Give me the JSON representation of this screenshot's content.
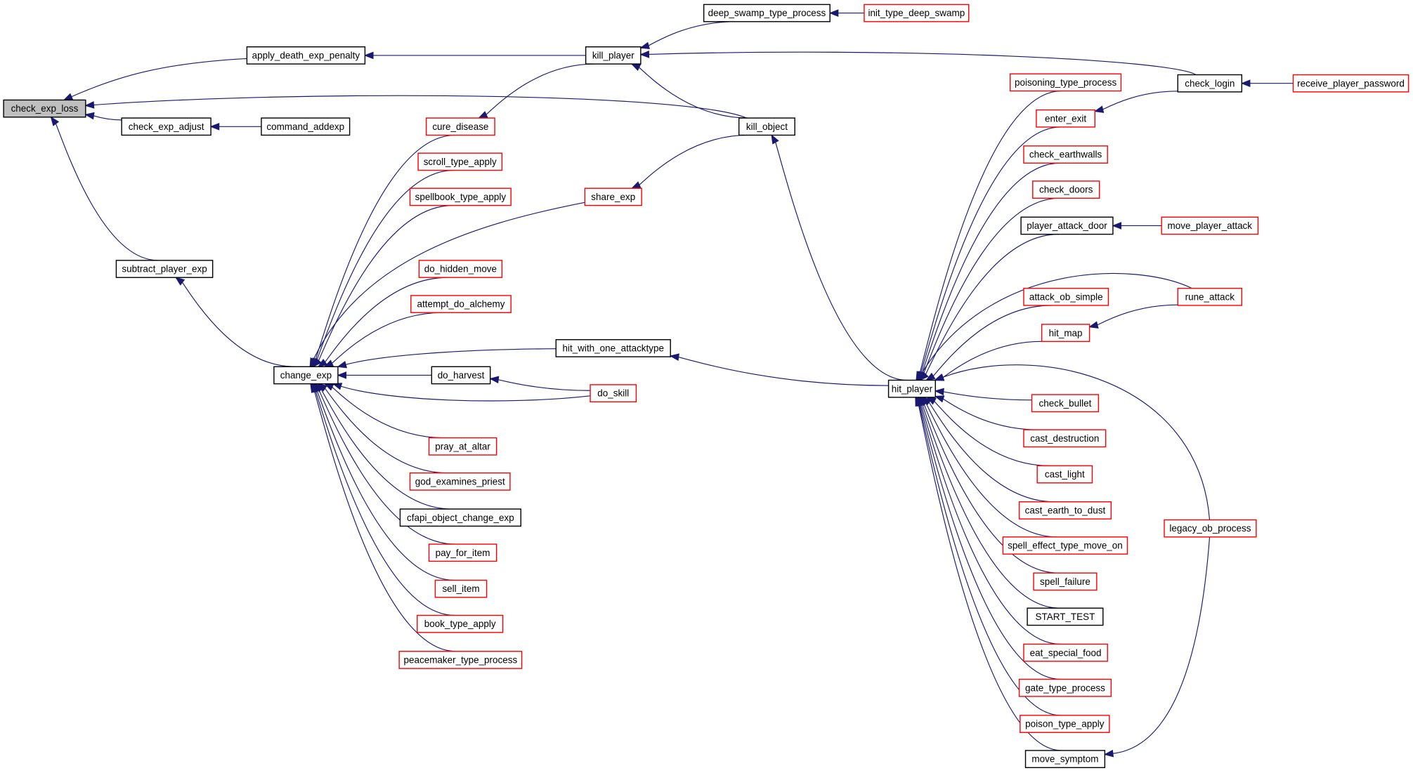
{
  "diagram": {
    "type": "call-graph",
    "direction": "right-to-left (callers point to callees)",
    "colors": {
      "edge": "#191970",
      "focus_fill": "#bfbfbf",
      "documented_border": "#000000",
      "undocumented_border": "#ff0000",
      "background": "#ffffff"
    },
    "focus_node": "check_exp_loss",
    "nodes": [
      {
        "id": "check_exp_loss",
        "label": "check_exp_loss",
        "style": "focus"
      },
      {
        "id": "apply_death_exp_penalty",
        "label": "apply_death_exp_penalty",
        "style": "black"
      },
      {
        "id": "check_exp_adjust",
        "label": "check_exp_adjust",
        "style": "black"
      },
      {
        "id": "subtract_player_exp",
        "label": "subtract_player_exp",
        "style": "black"
      },
      {
        "id": "change_exp",
        "label": "change_exp",
        "style": "black"
      },
      {
        "id": "command_addexp",
        "label": "command_addexp",
        "style": "black"
      },
      {
        "id": "cure_disease",
        "label": "cure_disease",
        "style": "red"
      },
      {
        "id": "scroll_type_apply",
        "label": "scroll_type_apply",
        "style": "red"
      },
      {
        "id": "spellbook_type_apply",
        "label": "spellbook_type_apply",
        "style": "red"
      },
      {
        "id": "do_hidden_move",
        "label": "do_hidden_move",
        "style": "red"
      },
      {
        "id": "attempt_do_alchemy",
        "label": "attempt_do_alchemy",
        "style": "red"
      },
      {
        "id": "do_harvest",
        "label": "do_harvest",
        "style": "black"
      },
      {
        "id": "pray_at_altar",
        "label": "pray_at_altar",
        "style": "red"
      },
      {
        "id": "god_examines_priest",
        "label": "god_examines_priest",
        "style": "red"
      },
      {
        "id": "cfapi_object_change_exp",
        "label": "cfapi_object_change_exp",
        "style": "black"
      },
      {
        "id": "pay_for_item",
        "label": "pay_for_item",
        "style": "red"
      },
      {
        "id": "sell_item",
        "label": "sell_item",
        "style": "red"
      },
      {
        "id": "book_type_apply",
        "label": "book_type_apply",
        "style": "red"
      },
      {
        "id": "peacemaker_type_process",
        "label": "peacemaker_type_process",
        "style": "red"
      },
      {
        "id": "kill_player",
        "label": "kill_player",
        "style": "black"
      },
      {
        "id": "share_exp",
        "label": "share_exp",
        "style": "red"
      },
      {
        "id": "hit_with_one_attacktype",
        "label": "hit_with_one_attacktype",
        "style": "black"
      },
      {
        "id": "do_skill",
        "label": "do_skill",
        "style": "red"
      },
      {
        "id": "deep_swamp_type_process",
        "label": "deep_swamp_type_process",
        "style": "black"
      },
      {
        "id": "kill_object",
        "label": "kill_object",
        "style": "black"
      },
      {
        "id": "hit_player",
        "label": "hit_player",
        "style": "black"
      },
      {
        "id": "init_type_deep_swamp",
        "label": "init_type_deep_swamp",
        "style": "red"
      },
      {
        "id": "poisoning_type_process",
        "label": "poisoning_type_process",
        "style": "red"
      },
      {
        "id": "enter_exit",
        "label": "enter_exit",
        "style": "red"
      },
      {
        "id": "check_earthwalls",
        "label": "check_earthwalls",
        "style": "red"
      },
      {
        "id": "check_doors",
        "label": "check_doors",
        "style": "red"
      },
      {
        "id": "player_attack_door",
        "label": "player_attack_door",
        "style": "black"
      },
      {
        "id": "attack_ob_simple",
        "label": "attack_ob_simple",
        "style": "red"
      },
      {
        "id": "hit_map",
        "label": "hit_map",
        "style": "red"
      },
      {
        "id": "check_bullet",
        "label": "check_bullet",
        "style": "red"
      },
      {
        "id": "cast_destruction",
        "label": "cast_destruction",
        "style": "red"
      },
      {
        "id": "cast_light",
        "label": "cast_light",
        "style": "red"
      },
      {
        "id": "cast_earth_to_dust",
        "label": "cast_earth_to_dust",
        "style": "red"
      },
      {
        "id": "spell_effect_type_move_on",
        "label": "spell_effect_type_move_on",
        "style": "red"
      },
      {
        "id": "spell_failure",
        "label": "spell_failure",
        "style": "red"
      },
      {
        "id": "START_TEST",
        "label": "START_TEST",
        "style": "black"
      },
      {
        "id": "eat_special_food",
        "label": "eat_special_food",
        "style": "red"
      },
      {
        "id": "gate_type_process",
        "label": "gate_type_process",
        "style": "red"
      },
      {
        "id": "poison_type_apply",
        "label": "poison_type_apply",
        "style": "red"
      },
      {
        "id": "move_symptom",
        "label": "move_symptom",
        "style": "black"
      },
      {
        "id": "check_login",
        "label": "check_login",
        "style": "black"
      },
      {
        "id": "move_player_attack",
        "label": "move_player_attack",
        "style": "red"
      },
      {
        "id": "rune_attack",
        "label": "rune_attack",
        "style": "red"
      },
      {
        "id": "legacy_ob_process",
        "label": "legacy_ob_process",
        "style": "red"
      },
      {
        "id": "receive_player_password",
        "label": "receive_player_password",
        "style": "red"
      }
    ],
    "edges": [
      {
        "from": "apply_death_exp_penalty",
        "to": "check_exp_loss"
      },
      {
        "from": "kill_object",
        "to": "check_exp_loss"
      },
      {
        "from": "check_exp_adjust",
        "to": "check_exp_loss"
      },
      {
        "from": "subtract_player_exp",
        "to": "check_exp_loss"
      },
      {
        "from": "kill_player",
        "to": "apply_death_exp_penalty"
      },
      {
        "from": "command_addexp",
        "to": "check_exp_adjust"
      },
      {
        "from": "change_exp",
        "to": "subtract_player_exp"
      },
      {
        "from": "cure_disease",
        "to": "change_exp"
      },
      {
        "from": "scroll_type_apply",
        "to": "change_exp"
      },
      {
        "from": "spellbook_type_apply",
        "to": "change_exp"
      },
      {
        "from": "share_exp",
        "to": "change_exp"
      },
      {
        "from": "do_hidden_move",
        "to": "change_exp"
      },
      {
        "from": "attempt_do_alchemy",
        "to": "change_exp"
      },
      {
        "from": "hit_with_one_attacktype",
        "to": "change_exp"
      },
      {
        "from": "do_harvest",
        "to": "change_exp"
      },
      {
        "from": "do_skill",
        "to": "change_exp"
      },
      {
        "from": "pray_at_altar",
        "to": "change_exp"
      },
      {
        "from": "god_examines_priest",
        "to": "change_exp"
      },
      {
        "from": "cfapi_object_change_exp",
        "to": "change_exp"
      },
      {
        "from": "pay_for_item",
        "to": "change_exp"
      },
      {
        "from": "sell_item",
        "to": "change_exp"
      },
      {
        "from": "book_type_apply",
        "to": "change_exp"
      },
      {
        "from": "peacemaker_type_process",
        "to": "change_exp"
      },
      {
        "from": "kill_player",
        "to": "cure_disease"
      },
      {
        "from": "kill_object",
        "to": "share_exp"
      },
      {
        "from": "do_skill",
        "to": "do_harvest"
      },
      {
        "from": "hit_player",
        "to": "hit_with_one_attacktype"
      },
      {
        "from": "deep_swamp_type_process",
        "to": "kill_player"
      },
      {
        "from": "check_login",
        "to": "kill_player"
      },
      {
        "from": "kill_object",
        "to": "kill_player"
      },
      {
        "from": "init_type_deep_swamp",
        "to": "deep_swamp_type_process"
      },
      {
        "from": "hit_player",
        "to": "kill_object"
      },
      {
        "from": "receive_player_password",
        "to": "check_login"
      },
      {
        "from": "check_login",
        "to": "enter_exit"
      },
      {
        "from": "move_player_attack",
        "to": "player_attack_door"
      },
      {
        "from": "rune_attack",
        "to": "hit_map"
      },
      {
        "from": "legacy_ob_process",
        "to": "move_symptom"
      },
      {
        "from": "poisoning_type_process",
        "to": "hit_player"
      },
      {
        "from": "enter_exit",
        "to": "hit_player"
      },
      {
        "from": "check_earthwalls",
        "to": "hit_player"
      },
      {
        "from": "check_doors",
        "to": "hit_player"
      },
      {
        "from": "player_attack_door",
        "to": "hit_player"
      },
      {
        "from": "rune_attack",
        "to": "hit_player"
      },
      {
        "from": "attack_ob_simple",
        "to": "hit_player"
      },
      {
        "from": "hit_map",
        "to": "hit_player"
      },
      {
        "from": "legacy_ob_process",
        "to": "hit_player"
      },
      {
        "from": "check_bullet",
        "to": "hit_player"
      },
      {
        "from": "cast_destruction",
        "to": "hit_player"
      },
      {
        "from": "cast_light",
        "to": "hit_player"
      },
      {
        "from": "cast_earth_to_dust",
        "to": "hit_player"
      },
      {
        "from": "spell_effect_type_move_on",
        "to": "hit_player"
      },
      {
        "from": "spell_failure",
        "to": "hit_player"
      },
      {
        "from": "START_TEST",
        "to": "hit_player"
      },
      {
        "from": "eat_special_food",
        "to": "hit_player"
      },
      {
        "from": "gate_type_process",
        "to": "hit_player"
      },
      {
        "from": "poison_type_apply",
        "to": "hit_player"
      },
      {
        "from": "move_symptom",
        "to": "hit_player"
      }
    ]
  }
}
